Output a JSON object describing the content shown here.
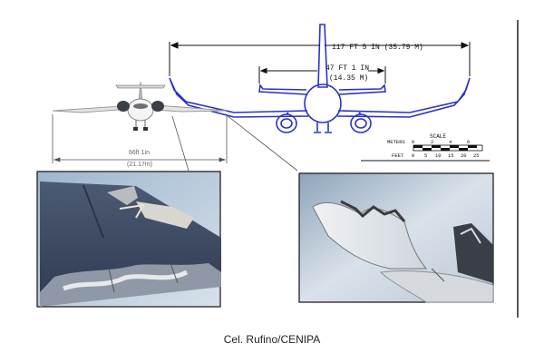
{
  "figure": {
    "dim_737_span": "117 FT 5 IN (35.79 M)",
    "dim_737_stab_line1": "47 FT 1 IN",
    "dim_737_stab_line2": "(14.35 M)",
    "dim_legacy_span_line1": "66ft 1in",
    "dim_legacy_span_line2": "(21.17m)",
    "scale_title": "SCALE",
    "scale_meters_label": "METERS",
    "scale_feet_label": "FEET",
    "scale_meter_ticks": [
      "0",
      "2",
      "4",
      "6"
    ],
    "scale_feet_ticks": [
      "0",
      "5",
      "10",
      "15",
      "20",
      "25"
    ],
    "caption": "Cel. Rufino/CENIPA"
  },
  "colors": {
    "blueprint_blue": "#2a33c8",
    "dimension_line": "#111111",
    "sky_left": "#b8c8da",
    "sky_right": "#bccbda"
  }
}
